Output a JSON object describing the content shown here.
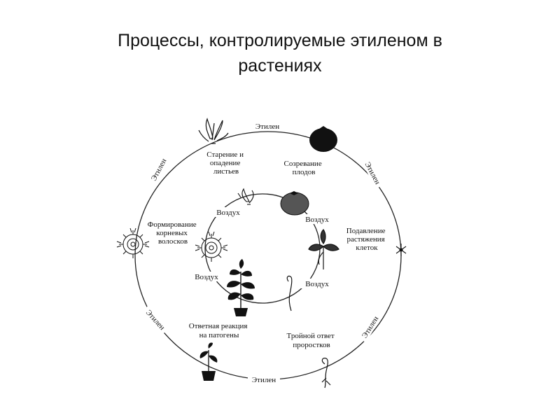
{
  "title": {
    "line1": "Процессы, контролируемые этиленом в",
    "line2": "растениях"
  },
  "diagram": {
    "outer_ring_labels": [
      "Этилен",
      "Этилен",
      "Этилен",
      "Этилен",
      "Этилен",
      "Этилен"
    ],
    "inner_ring_labels": [
      "Воздух",
      "Воздух",
      "Воздух",
      "Воздух"
    ],
    "processes": {
      "senescence": [
        "Старение и",
        "опадение",
        "листьев"
      ],
      "ripening": [
        "Созревание",
        "плодов"
      ],
      "suppression": [
        "Подавление",
        "растяжения",
        "клеток"
      ],
      "triple_response": [
        "Тройной ответ",
        "проростков"
      ],
      "pathogen": [
        "Ответная реакция",
        "на патогены"
      ],
      "root_hairs": [
        "Формирование",
        "корневых",
        "волосков"
      ]
    }
  }
}
